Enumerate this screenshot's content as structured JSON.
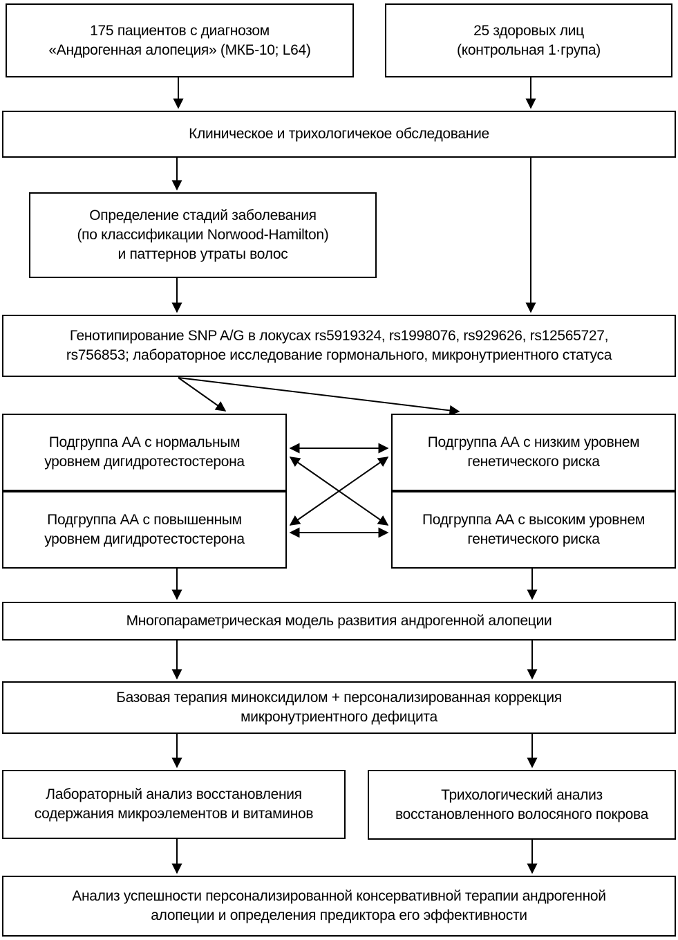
{
  "diagram": {
    "title": "Study design flowchart: androgenic alopecia",
    "colors": {
      "line": "#000000",
      "background": "#ffffff",
      "text": "#000000"
    },
    "nodes": {
      "patients": {
        "label": "175 пациентов с диагнозом\n«Андрогенная алопеция» (МКБ-10; L64)"
      },
      "control": {
        "label": "25 здоровых лиц\n(контрольная 1·група)"
      },
      "exam": {
        "label": "Клиническое и трихологичекое обследование"
      },
      "staging": {
        "label": "Определение стадий заболевания\n(по классификации Norwood-Hamilton)\nи паттернов утраты волос"
      },
      "genotyping": {
        "label": "Генотипирование SNP A/G в локусах rs5919324, rs1998076, rs929626, rs12565727,\nrs756853; лабораторное исследование гормонального, микронутриентного статуса"
      },
      "subgroup_dht_normal": {
        "label": "Подгруппа АА с нормальным\nуровнем дигидротестостерона"
      },
      "subgroup_dht_high": {
        "label": "Подгруппа АА с повышенным\nуровнем дигидротестостерона"
      },
      "subgroup_genetic_low": {
        "label": "Подгруппа АА с низким уровнем\nгенетического риска"
      },
      "subgroup_genetic_high": {
        "label": "Подгруппа АА с высоким уровнем\nгенетического риска"
      },
      "model": {
        "label": "Многопараметрическая модель развития андрогенной алопеции"
      },
      "therapy": {
        "label": "Базовая терапия миноксидилом + персонализированная коррекция\nмикронутриентного дефицита"
      },
      "lab_analysis": {
        "label": "Лабораторный анализ восстановления\nсодержания микроэлементов и витаминов"
      },
      "tricho_analysis": {
        "label": "Трихологический анализ\nвосстановленного волосяного покрова"
      },
      "final": {
        "label": "Анализ успешности персонализированной консервативной терапии андрогенной\nалопеции и определения предиктора его эффективности"
      }
    }
  }
}
